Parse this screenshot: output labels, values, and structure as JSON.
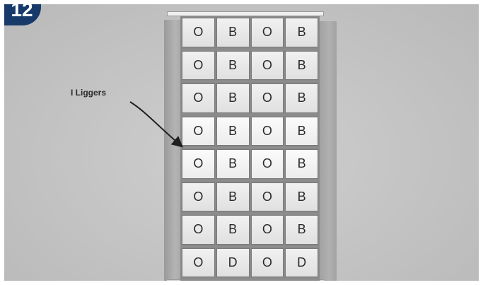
{
  "badge": {
    "number": "12"
  },
  "callout": {
    "label": "I Liggers"
  },
  "rows": [
    [
      "O",
      "B",
      "O",
      "B"
    ],
    [
      "O",
      "B",
      "O",
      "B"
    ],
    [
      "O",
      "B",
      "O",
      "B"
    ],
    [
      "O",
      "B",
      "O",
      "B"
    ],
    [
      "O",
      "B",
      "O",
      "B"
    ],
    [
      "O",
      "B",
      "O",
      "B"
    ],
    [
      "O",
      "B",
      "O",
      "B"
    ],
    [
      "O",
      "D",
      "O",
      "D"
    ]
  ]
}
